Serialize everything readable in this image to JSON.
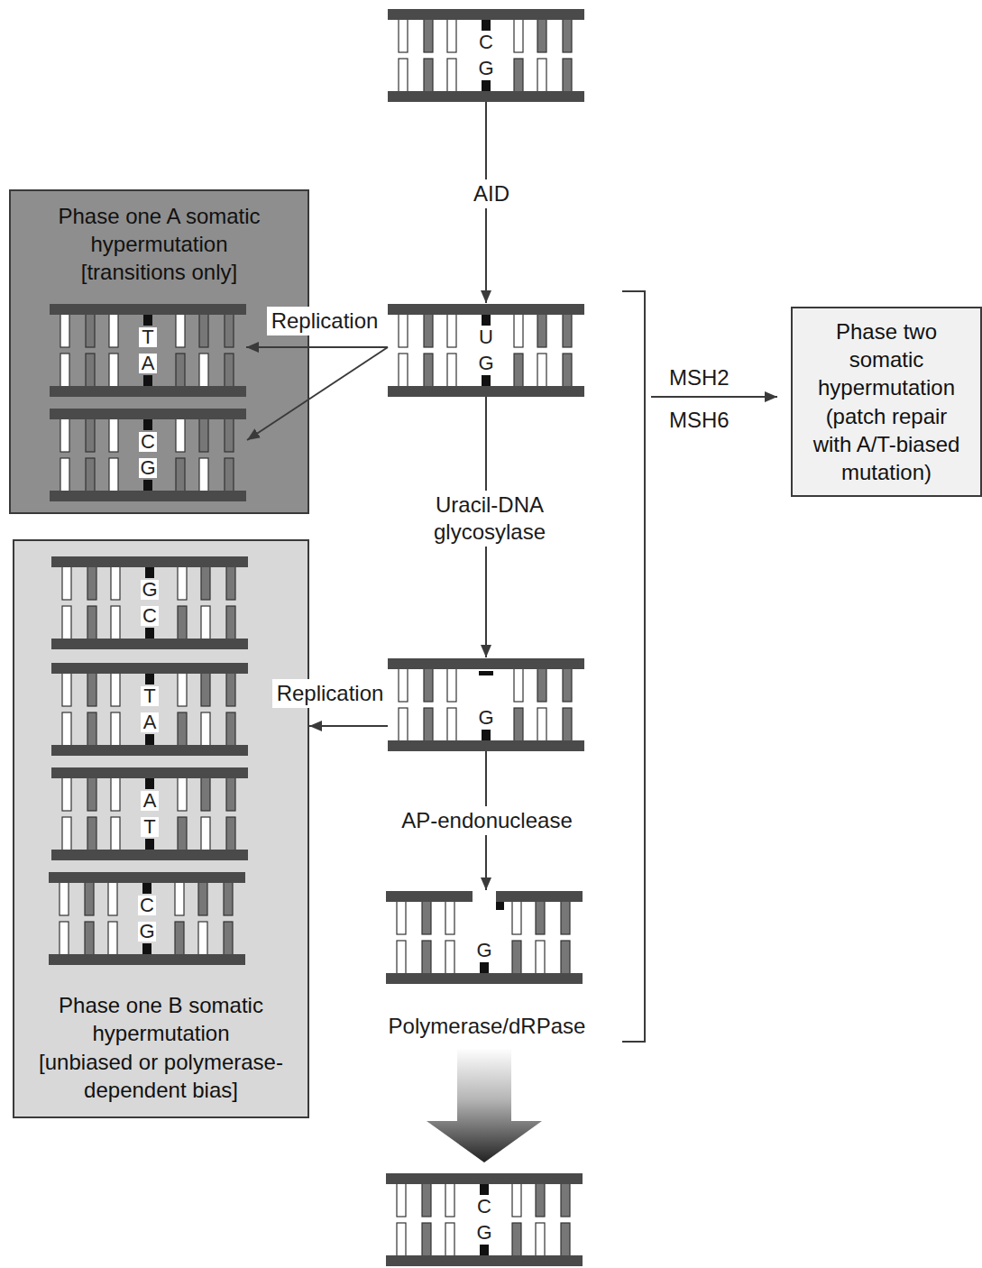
{
  "diagram": {
    "nodes": [
      {
        "text": [
          "C",
          "G"
        ]
      },
      {
        "text": [
          "Phase one A somatic hypermutation",
          "[transitions only]"
        ]
      },
      {
        "text": [
          "T",
          "A"
        ],
        "in": 1
      },
      {
        "text": [
          "C",
          "G"
        ],
        "in": 1
      },
      {
        "text": [
          "U",
          "G"
        ]
      },
      {
        "text": [
          "Phase two somatic hypermutation (patch repair with A/T-biased mutation)"
        ]
      },
      {
        "text": [
          "Phase one B somatic hypermutation",
          "[unbiased or polymerase-dependent bias]"
        ]
      },
      {
        "text": [
          "G",
          "C"
        ],
        "in": 6
      },
      {
        "text": [
          "T",
          "A"
        ],
        "in": 6
      },
      {
        "text": [
          "A",
          "T"
        ],
        "in": 6
      },
      {
        "text": [
          "C",
          "G"
        ],
        "in": 6
      },
      {
        "text": [
          "G"
        ]
      },
      {
        "text": [
          "G"
        ]
      },
      {
        "text": [
          "C",
          "G"
        ]
      }
    ],
    "edges": [
      {
        "from": 0,
        "to": 4,
        "arrow": "to",
        "label": "AID"
      },
      {
        "from": 4,
        "to": 2,
        "arrow": "to",
        "label": "Replication"
      },
      {
        "from": 4,
        "to": 3,
        "arrow": "to"
      },
      {
        "from": 4,
        "to": 11,
        "arrow": "to",
        "label": "Uracil-DNA glycosylase"
      },
      {
        "from": 11,
        "to": 6,
        "arrow": "to",
        "label": "Replication"
      },
      {
        "from": 11,
        "to": 12,
        "arrow": "to",
        "label": "AP-endonuclease"
      },
      {
        "from": 12,
        "to": 13,
        "arrow": "to",
        "label": "Polymerase/dRPase"
      }
    ],
    "labels": [
      "MSH2",
      "MSH6"
    ]
  }
}
